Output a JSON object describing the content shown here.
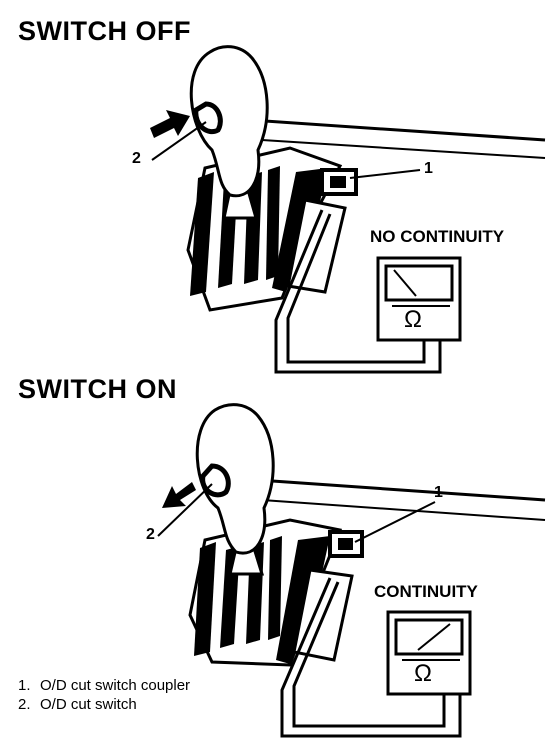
{
  "panels": {
    "switch_off": {
      "title": "SWITCH OFF",
      "result": "NO CONTINUITY",
      "callout_1": "1",
      "callout_2": "2",
      "meter_symbol": "Ω"
    },
    "switch_on": {
      "title": "SWITCH ON",
      "result": "CONTINUITY",
      "callout_1": "1",
      "callout_2": "2",
      "meter_symbol": "Ω"
    }
  },
  "legend": [
    {
      "number": "1.",
      "text": "O/D cut switch coupler"
    },
    {
      "number": "2.",
      "text": "O/D cut switch"
    }
  ],
  "icons": {
    "shift_lever": "shift-lever-icon",
    "press_arrow": "arrow-icon",
    "ohmmeter": "ohmmeter-icon"
  },
  "colors": {
    "ink": "#000000",
    "paper": "#ffffff"
  }
}
